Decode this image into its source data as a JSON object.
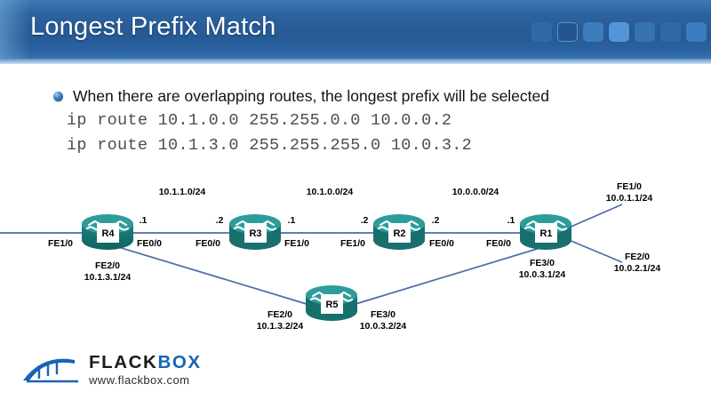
{
  "header": {
    "title": "Longest Prefix Match",
    "squares": [
      {
        "name": "square-1",
        "color": "#2f6aa8"
      },
      {
        "name": "square-2",
        "color": "#24548e"
      },
      {
        "name": "square-3",
        "color": "#3d7cbe"
      },
      {
        "name": "square-4",
        "color": "#5296d8"
      },
      {
        "name": "square-5",
        "color": "#3773b2"
      },
      {
        "name": "square-6",
        "color": "#2f6aa8"
      },
      {
        "name": "square-7",
        "color": "#3d7cbe"
      }
    ]
  },
  "content": {
    "bullet": "When there are overlapping routes, the longest prefix will be selected",
    "code_line_1": "ip route 10.1.0.0 255.255.0.0 10.0.0.2",
    "code_line_2": "ip route 10.1.3.0 255.255.255.0 10.0.3.2"
  },
  "diagram": {
    "routers": [
      {
        "id": "R4",
        "label": "R4"
      },
      {
        "id": "R3",
        "label": "R3"
      },
      {
        "id": "R2",
        "label": "R2"
      },
      {
        "id": "R1",
        "label": "R1"
      },
      {
        "id": "R5",
        "label": "R5"
      }
    ],
    "subnets": [
      {
        "name": "subnet-r4-r3",
        "label": "10.1.1.0/24"
      },
      {
        "name": "subnet-r3-r2",
        "label": "10.1.0.0/24"
      },
      {
        "name": "subnet-r2-r1",
        "label": "10.0.0.0/24"
      }
    ],
    "interfaces": {
      "r4_fe1_0": "FE1/0",
      "r4_fe0_0": "FE0/0",
      "r4_fe0_0_ip": ".1",
      "r4_fe2_0": "FE2/0",
      "r4_fe2_0_ip": "10.1.3.1/24",
      "r3_fe0_0": "FE0/0",
      "r3_fe0_0_ip": ".2",
      "r3_fe1_0": "FE1/0",
      "r3_fe1_0_ip": ".1",
      "r2_fe1_0": "FE1/0",
      "r2_fe1_0_ip": ".2",
      "r2_fe0_0": "FE0/0",
      "r2_fe0_0_ip": ".2",
      "r1_fe0_0": "FE0/0",
      "r1_fe0_0_ip": ".1",
      "r1_fe1_0": "FE1/0",
      "r1_fe1_0_ip": "10.0.1.1/24",
      "r1_fe2_0": "FE2/0",
      "r1_fe2_0_ip": "10.0.2.1/24",
      "r1_fe3_0": "FE3/0",
      "r1_fe3_0_ip": "10.0.3.1/24",
      "r5_fe2_0": "FE2/0",
      "r5_fe2_0_ip": "10.1.3.2/24",
      "r5_fe3_0": "FE3/0",
      "r5_fe3_0_ip": "10.0.3.2/24"
    }
  },
  "logo": {
    "brand_part1": "FLACK",
    "brand_part2": "BOX",
    "url": "www.flackbox.com"
  }
}
